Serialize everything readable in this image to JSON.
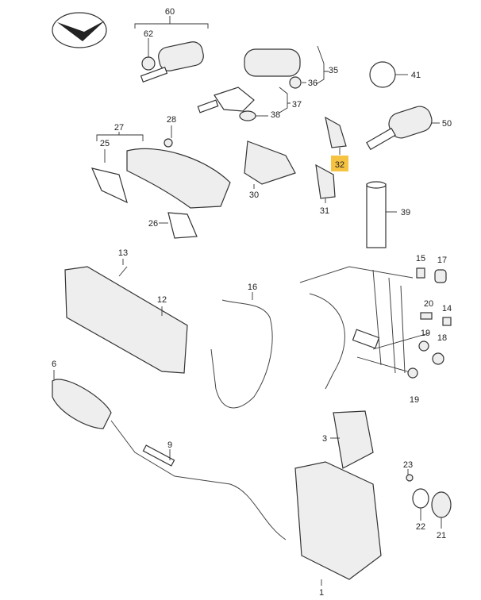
{
  "diagram": {
    "highlight_color": "#F5C242",
    "labels": {
      "p60": "60",
      "p62": "62",
      "p35": "35",
      "p36": "36",
      "p37": "37",
      "p38": "38",
      "p41": "41",
      "p50": "50",
      "p27": "27",
      "p28": "28",
      "p25": "25",
      "p32": "32",
      "p30": "30",
      "p31": "31",
      "p39": "39",
      "p26": "26",
      "p13": "13",
      "p12": "12",
      "p16": "16",
      "p15": "15",
      "p17": "17",
      "p20": "20",
      "p14": "14",
      "p19a": "19",
      "p18": "18",
      "p19b": "19",
      "p6": "6",
      "p9": "9",
      "p3": "3",
      "p23": "23",
      "p22": "22",
      "p21": "21",
      "p1": "1"
    },
    "highlighted_part": "32"
  }
}
